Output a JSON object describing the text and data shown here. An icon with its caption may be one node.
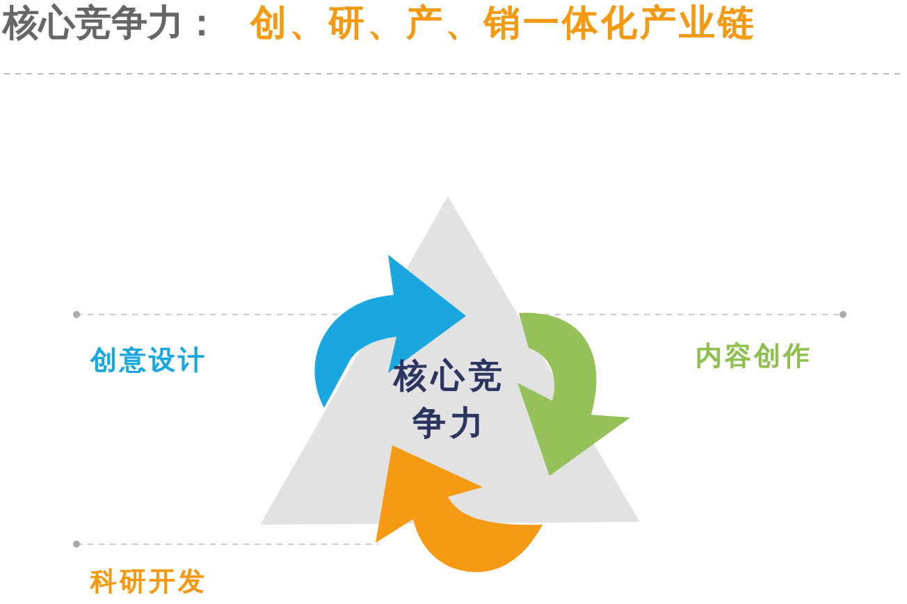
{
  "diagram": {
    "title": "核心竞争力：",
    "nodes": [
      {
        "text": [
          "核心竞争力"
        ]
      }
    ],
    "labels": [
      "创、研、产、销一体化产业链",
      "创意设计",
      "内容创作",
      "科研开发"
    ]
  }
}
